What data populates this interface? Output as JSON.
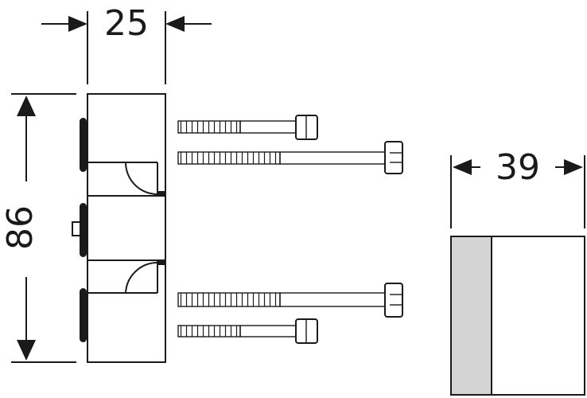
{
  "dimensions": {
    "depth": "25",
    "height": "86",
    "cover_depth": "39"
  },
  "colors": {
    "line": "#1a1a1a",
    "shading": "#d4d4d4",
    "background": "#ffffff"
  }
}
